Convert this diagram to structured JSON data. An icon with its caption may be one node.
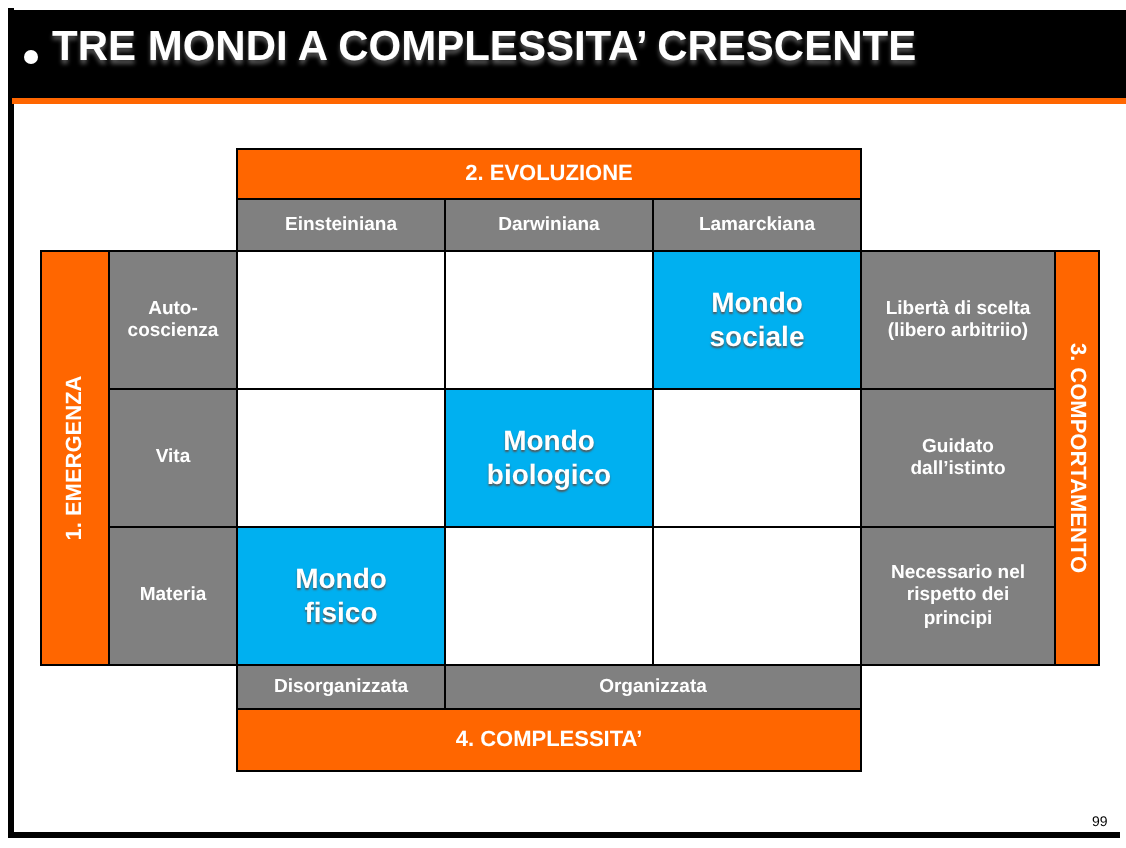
{
  "diagram": {
    "title": "TRE MONDI A COMPLESSITA’ CRESCENTE",
    "nodes": [
      {
        "text": [
          "2. EVOLUZIONE"
        ]
      },
      {
        "text": [
          "Einsteiniana"
        ]
      },
      {
        "text": [
          "Darwiniana"
        ]
      },
      {
        "text": [
          "Lamarckiana"
        ]
      },
      {
        "text": [
          "1. EMERGENZA"
        ]
      },
      {
        "text": [
          "Auto-coscienza"
        ]
      },
      {
        "text": [
          "Mondo sociale"
        ]
      },
      {
        "text": [
          "Libertà di scelta (libero arbitriio)"
        ]
      },
      {
        "text": [
          "3. COMPORTAMENTO"
        ]
      },
      {
        "text": [
          "Vita"
        ]
      },
      {
        "text": [
          "Mondo biologico"
        ]
      },
      {
        "text": [
          "Guidato dall’istinto"
        ]
      },
      {
        "text": [
          "Materia"
        ]
      },
      {
        "text": [
          "Mondo fisico"
        ]
      },
      {
        "text": [
          "Necessario nel rispetto dei principi"
        ]
      },
      {
        "text": [
          "Disorganizzata"
        ]
      },
      {
        "text": [
          "Organizzata"
        ]
      },
      {
        "text": [
          "4. COMPLESSITA’"
        ]
      }
    ],
    "edges": [],
    "labels": [
      "99"
    ]
  }
}
